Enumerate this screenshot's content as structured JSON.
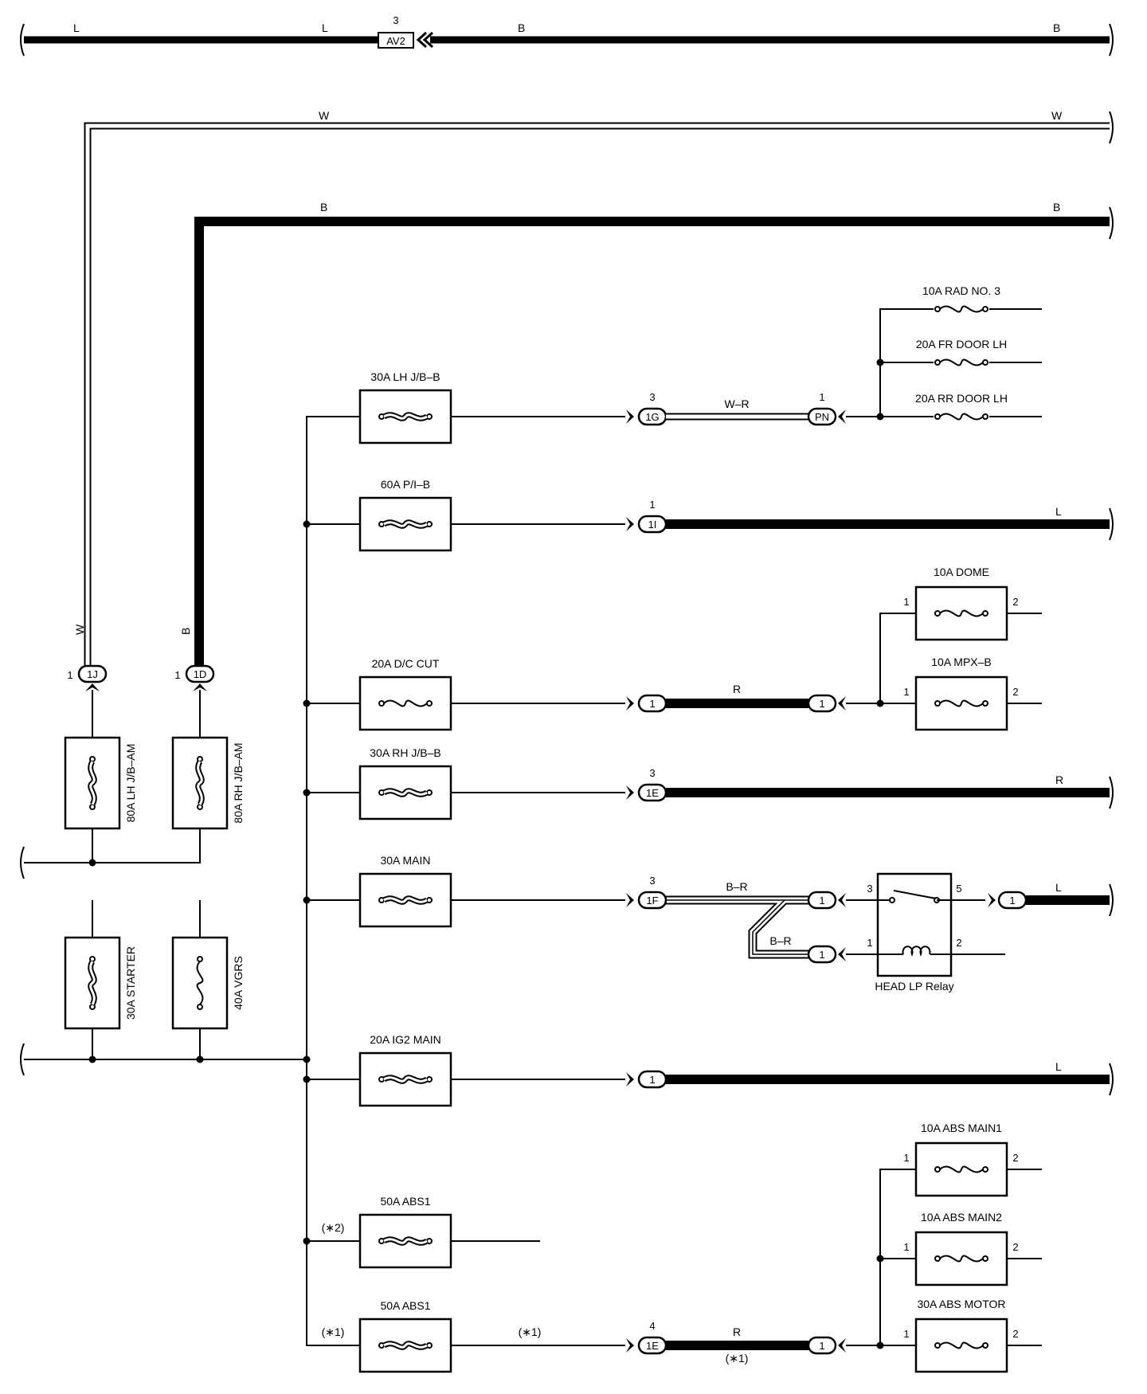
{
  "top_bus": {
    "left_labels": [
      "L",
      "L"
    ],
    "connector": "AV2",
    "connector_pin": "3",
    "right_labels": [
      "B",
      "B"
    ]
  },
  "w_wire": {
    "label_top": "W",
    "label_right": "W",
    "label_vertical": "W"
  },
  "b_wire": {
    "label_top": "B",
    "label_right": "B",
    "label_vertical": "B"
  },
  "left_connectors": [
    {
      "pin": "1",
      "id": "1J"
    },
    {
      "pin": "1",
      "id": "1D"
    }
  ],
  "left_fuses": [
    {
      "name": "80A LH J/B–AM"
    },
    {
      "name": "80A RH J/B–AM"
    },
    {
      "name": "30A STARTER"
    },
    {
      "name": "40A VGRS"
    }
  ],
  "rows": [
    {
      "fuse": "30A LH J/B–B",
      "conn_pin": "3",
      "conn": "1G",
      "wire": "W–R",
      "far_pin": "1",
      "far_conn": "PN"
    },
    {
      "fuse": "60A P/I–B",
      "conn_pin": "1",
      "conn": "1I",
      "wire_right": "L"
    },
    {
      "fuse": "20A D/C CUT",
      "conn": "1",
      "wire": "R",
      "far_conn": "1"
    },
    {
      "fuse": "30A RH J/B–B",
      "conn_pin": "3",
      "conn": "1E",
      "wire_right": "R"
    },
    {
      "fuse": "30A MAIN",
      "conn_pin": "3",
      "conn": "1F",
      "wire": "B–R",
      "wire2": "B–R",
      "far_conn": "1",
      "far_conn2": "1"
    },
    {
      "fuse": "20A IG2 MAIN",
      "conn": "1",
      "wire_right": "L"
    },
    {
      "fuse": "50A ABS1",
      "note": "(∗2)"
    },
    {
      "fuse": "50A ABS1",
      "note": "(∗1)",
      "note2": "(∗1)",
      "conn_pin": "4",
      "conn": "1E",
      "wire": "R",
      "wire_note": "(∗1)",
      "far_conn": "1"
    }
  ],
  "right_fuses_top": [
    "10A RAD NO. 3",
    "20A FR DOOR LH",
    "20A RR DOOR LH"
  ],
  "right_fuses_mid": [
    {
      "name": "10A DOME",
      "pin_l": "1",
      "pin_r": "2"
    },
    {
      "name": "10A MPX–B",
      "pin_l": "1",
      "pin_r": "2"
    }
  ],
  "relay": {
    "name": "HEAD LP Relay",
    "pins": [
      "3",
      "5",
      "1",
      "2"
    ],
    "out_conn": "1",
    "out_wire": "L"
  },
  "right_fuses_abs": [
    {
      "name": "10A ABS MAIN1",
      "pin_l": "1",
      "pin_r": "2"
    },
    {
      "name": "10A ABS MAIN2",
      "pin_l": "1",
      "pin_r": "2"
    },
    {
      "name": "30A ABS MOTOR",
      "pin_l": "1",
      "pin_r": "2"
    }
  ]
}
